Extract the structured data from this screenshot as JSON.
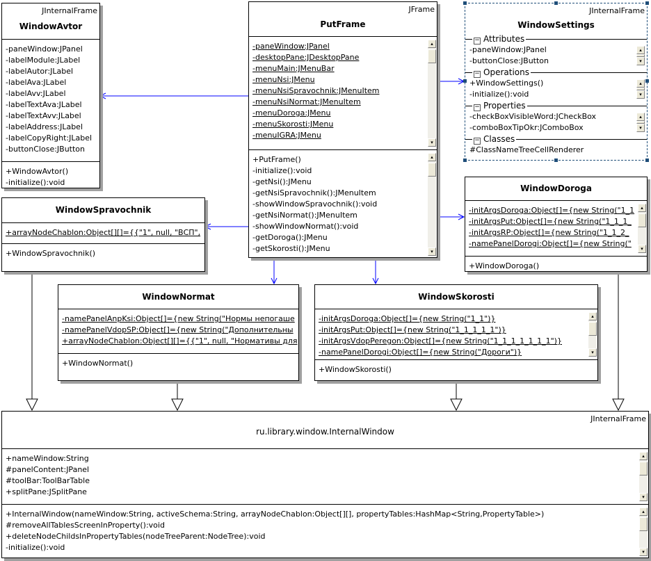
{
  "classes": {
    "avtor": {
      "stereotype": "JInternalFrame",
      "name": "WindowAvtor",
      "attributes": [
        "-paneWindow:JPanel",
        "-labelModule:JLabel",
        "-labelAutor:JLabel",
        "-labelAva:JLabel",
        "-labelAvv:JLabel",
        "-labelTextAva:JLabel",
        "-labelTextAvv:JLabel",
        "-labelAddress:JLabel",
        "-labelCopyRight:JLabel",
        "-buttonClose:JButton"
      ],
      "attributes_static": false,
      "operations": [
        "+WindowAvtor()",
        "-initialize():void"
      ]
    },
    "put": {
      "stereotype": "JFrame",
      "name": "PutFrame",
      "attributes": [
        "-paneWindow:JPanel",
        "-desktopPane:JDesktopPane",
        "-menuMain:JMenuBar",
        "-menuNsi:JMenu",
        "-menuNsiSpravochnik:JMenuItem",
        "-menuNsiNormat:JMenuItem",
        "-menuDoroga:JMenu",
        "-menuSkorosti:JMenu",
        "-menuIGRA:JMenu"
      ],
      "attributes_static": true,
      "operations": [
        "+PutFrame()",
        "-initialize():void",
        "-getNsi():JMenu",
        "-getNsiSpravochnik():JMenuItem",
        "-showWindowSpravochnik():void",
        "-getNsiNormat():JMenuItem",
        "-showWindowNormat():void",
        "-getDoroga():JMenu",
        "-getSkorosti():JMenu"
      ]
    },
    "doroga": {
      "stereotype": "",
      "name": "WindowDoroga",
      "attributes": [
        "-initArgsDoroga:Object[]={new String(\"1_1",
        "-initArgsPut:Object[]={new String(\"1_1_1_",
        "-initArgsRP:Object[]={new String(\"1_1_2_",
        "-namePanelDorogi:Object[]={new String(\""
      ],
      "attributes_static": true,
      "operations": [
        "+WindowDoroga()"
      ]
    },
    "sprav": {
      "stereotype": "",
      "name": "WindowSpravochnik",
      "attributes": [
        "+arrayNodeChablon:Object[][]={{\"1\", null, \"ВСП\","
      ],
      "attributes_static": true,
      "operations": [
        "+WindowSpravochnik()"
      ]
    },
    "normat": {
      "stereotype": "",
      "name": "WindowNormat",
      "attributes": [
        "-namePanelAnpKsi:Object[]={new String(\"Нормы непогаше",
        "-namePanelVdopSP:Object[]={new String(\"Дополнительны",
        "+arrayNodeChablon:Object[][]={{\"1\", null, \"Нормативы для"
      ],
      "attributes_static": true,
      "operations": [
        "+WindowNormat()"
      ]
    },
    "skor": {
      "stereotype": "",
      "name": "WindowSkorosti",
      "attributes": [
        "-initArgsDoroga:Object[]={new String(\"1_1\")}",
        "-initArgsPut:Object[]={new String(\"1_1_1_1_1\")}",
        "-initArgsVdopPeregon:Object[]={new String(\"1_1_1_1_1_1_1\")}",
        "-namePanelDorogi:Object[]={new String(\"Дороги\")}"
      ],
      "attributes_static": true,
      "operations": [
        "+WindowSkorosti()"
      ]
    },
    "internal": {
      "stereotype": "JInternalFrame",
      "name": "ru.library.window.InternalWindow",
      "attributes": [
        "+nameWindow:String",
        "#panelContent:JPanel",
        "#toolBar:ToolBarTable",
        "+splitPane:JSplitPane"
      ],
      "attributes_static": false,
      "operations": [
        "+InternalWindow(nameWindow:String, activeSchema:String, arrayNodeChablon:Object[][], propertyTables:HashMap<String,PropertyTable>)",
        "#removeAllTablesScreenInProperty():void",
        "+deleteNodeChildsInPropertyTables(nodeTreeParent:NodeTree):void",
        "-initialize():void"
      ]
    }
  },
  "settings": {
    "stereotype": "JInternalFrame",
    "name": "WindowSettings",
    "sections": [
      {
        "label": "Attributes",
        "members": [
          "-paneWindow:JPanel",
          "-buttonClose:JButton"
        ]
      },
      {
        "label": "Operations",
        "members": [
          "+WindowSettings()",
          "-initialize():void"
        ]
      },
      {
        "label": "Properties",
        "members": [
          "-checkBoxVisibleWord:JCheckBox",
          "-comboBoxTipOkr:JComboBox"
        ]
      },
      {
        "label": "Classes",
        "members": [
          "#ClassNameTreeCellRenderer"
        ]
      }
    ]
  },
  "colors": {
    "association": "#0000ff",
    "generalization": "#000000",
    "selection": "#1f4e79"
  }
}
